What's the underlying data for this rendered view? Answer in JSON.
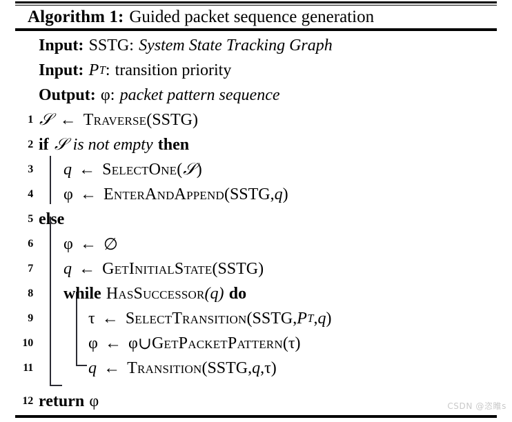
{
  "figure": {
    "title_label": "Algorithm 1:",
    "title_text": "Guided packet sequence generation",
    "watermark": "CSDN @恣睢s"
  },
  "io": [
    {
      "label": "Input:",
      "name": "SSTG",
      "sep": ":",
      "desc": "System State Tracking Graph"
    },
    {
      "label": "Input:",
      "name": "P",
      "sub": "T",
      "sep": ":",
      "desc": "transition priority"
    },
    {
      "label": "Output:",
      "name": "φ",
      "sep": ":",
      "desc": "packet pattern sequence"
    }
  ],
  "lines": [
    {
      "no": "1",
      "indent": 0,
      "text": "𝒮 ← Traverse(SSTG)"
    },
    {
      "no": "2",
      "indent": 0,
      "text": "if 𝒮 is not empty then"
    },
    {
      "no": "3",
      "indent": 1,
      "text": "q ← SelectOne(𝒮)"
    },
    {
      "no": "4",
      "indent": 1,
      "text": "φ ← EnterAndAppend(SSTG, q)"
    },
    {
      "no": "5",
      "indent": 0,
      "text": "else"
    },
    {
      "no": "6",
      "indent": 1,
      "text": "φ ← ∅"
    },
    {
      "no": "7",
      "indent": 1,
      "text": "q ← GetInitialState(SSTG)"
    },
    {
      "no": "8",
      "indent": 1,
      "text": "while HasSuccessor(q) do"
    },
    {
      "no": "9",
      "indent": 2,
      "text": "τ ← SelectTransition(SSTG, P_T, q)"
    },
    {
      "no": "10",
      "indent": 2,
      "text": "φ ← φ ∪ GetPacketPattern(τ)"
    },
    {
      "no": "11",
      "indent": 2,
      "text": "q ← Transition(SSTG, q, τ)"
    },
    {
      "no": "12",
      "indent": 0,
      "text": "return φ"
    }
  ],
  "tokens": {
    "kw_if": "if",
    "kw_then": "then",
    "kw_else": "else",
    "kw_while": "while",
    "kw_do": "do",
    "kw_return": "return",
    "cond_is_not_empty": "is not empty",
    "var_S": "𝒮",
    "var_q": "q",
    "var_phi": "φ",
    "var_tau": "τ",
    "var_P": "P",
    "var_P_sub": "T",
    "arg_SSTG": "SSTG",
    "op_assign": "←",
    "op_union": "∪",
    "sym_emptyset": "∅",
    "comma": ",",
    "paren_open": "(",
    "paren_close": ")",
    "proc_traverse": "Traverse",
    "proc_selectone": "SelectOne",
    "proc_enterandappend": "EnterAndAppend",
    "proc_getinitialstate": "GetInitialState",
    "proc_hassuccessor": "HasSuccessor",
    "proc_selecttransition": "SelectTransition",
    "proc_getpacketpattern": "GetPacketPattern",
    "proc_transition": "Transition"
  }
}
